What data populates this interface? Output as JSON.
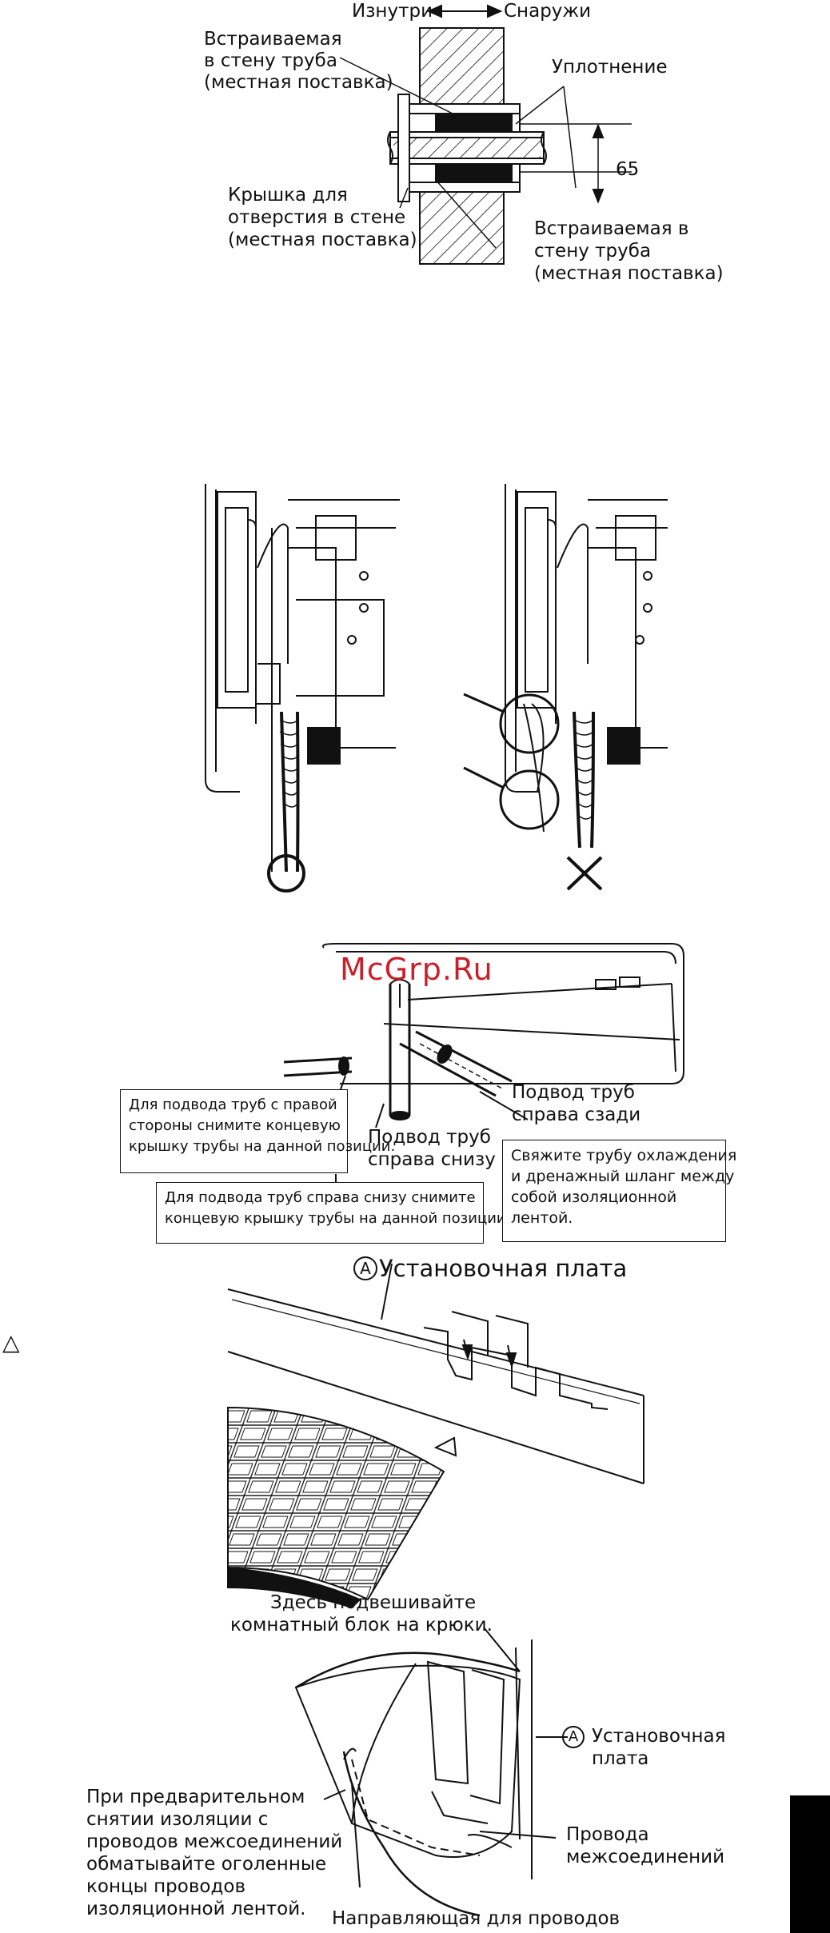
{
  "fig1": {
    "inside": "Изнутри",
    "outside": "Снаружи",
    "embedded_pipe_left": [
      "Встраиваемая",
      "в стену труба",
      "(местная поставка)"
    ],
    "seal": "Уплотнение",
    "dimension": "65",
    "wall_cap": [
      "Крышка для",
      "отверстия в стене",
      "(местная поставка)"
    ],
    "embedded_pipe_right": [
      "Встраиваемая в",
      "стену труба",
      "(местная поставка)"
    ]
  },
  "fig2": {
    "correct_symbol": "○",
    "wrong_symbol": "✕"
  },
  "fig3": {
    "watermark": "McGrp.Ru",
    "rear_right": [
      "Подвод труб",
      "справа сзади"
    ],
    "bottom_right": [
      "Подвод труб",
      "справа снизу"
    ],
    "box_right_side": [
      "Для подвода труб с правой",
      "стороны снимите концевую",
      "крышку трубы на данной позиции."
    ],
    "box_bottom_right": [
      "Для подвода труб справа снизу снимите",
      "концевую крышку трубы на данной позиции."
    ],
    "box_bind": [
      "Свяжите трубу охлаждения",
      "и дренажный шланг между",
      "собой изоляционной",
      "лентой."
    ]
  },
  "fig4": {
    "marker_letter": "A",
    "mounting_plate": "Установочная плата",
    "left_marker": "△"
  },
  "fig5": {
    "hang_here": [
      "Здесь подвешивайте",
      "комнатный блок на крюки."
    ],
    "marker_letter": "A",
    "mounting_plate": [
      "Установочная",
      "плата"
    ],
    "insulation_note": [
      "При предварительном",
      "снятии изоляции с",
      "проводов межсоединений",
      "обматывайте оголенные",
      "концы проводов",
      "изоляционной лентой."
    ],
    "wires": [
      "Провода",
      "межсоединений"
    ],
    "wire_guide": "Направляющая для проводов"
  }
}
